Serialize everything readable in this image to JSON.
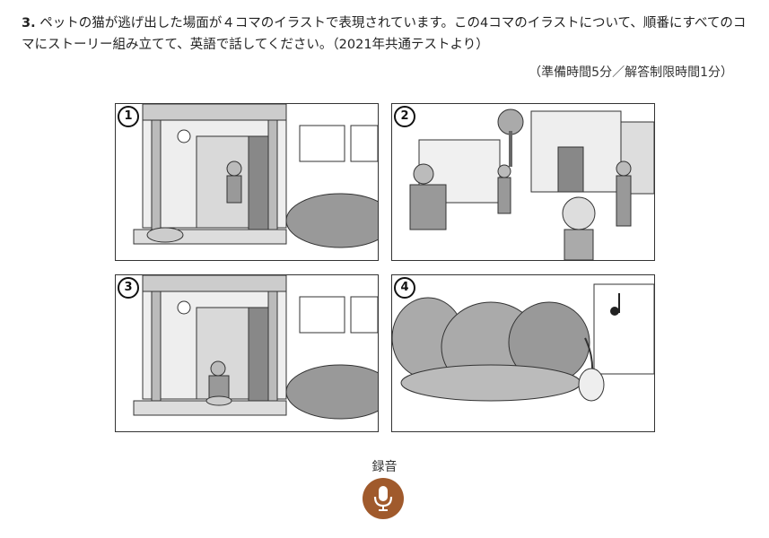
{
  "question": {
    "number": "3.",
    "text": "ペットの猫が逃げ出した場面が４コマのイラストで表現されています。この4コマのイラストについて、順番にすべてのコマにストーリー組み立てて、英語で話してください。（2021年共通テストより）",
    "timing": "（準備時間5分／解答制限時間1分）"
  },
  "panels": [
    {
      "badge": "1"
    },
    {
      "badge": "2"
    },
    {
      "badge": "3"
    },
    {
      "badge": "4"
    }
  ],
  "recorder": {
    "label": "録音",
    "icon": "microphone-icon",
    "color": "#a05a2c"
  }
}
